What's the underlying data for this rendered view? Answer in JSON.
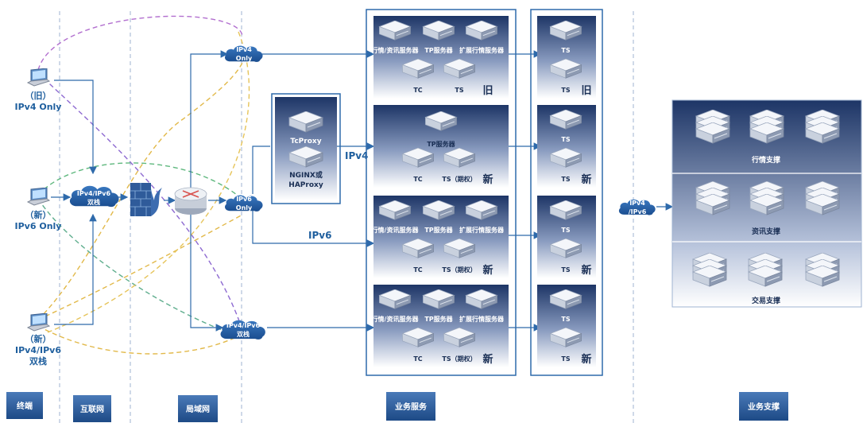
{
  "diagram": {
    "columns": {
      "terminal": "终端",
      "internet": "互联网",
      "lan": "局域网",
      "business_service": "业务服务",
      "business_support": "业务支撑"
    },
    "clients": {
      "old": {
        "line1": "（旧）",
        "line2": "IPv4 Only"
      },
      "new_v6": {
        "line1": "（新）",
        "line2": "IPv6 Only"
      },
      "new_dual": {
        "line1": "（新）",
        "line2": "IPv4/IPv6",
        "line3": "双栈"
      }
    },
    "internet_cloud": {
      "line1": "IPv4/IPv6",
      "line2": "双栈"
    },
    "lan_clouds": {
      "v4": {
        "line1": "IPv4",
        "line2": "Only"
      },
      "v6": {
        "line1": "IPv6",
        "line2": "Only"
      },
      "dual": {
        "line1": "IPv4/IPv6",
        "line2": "双栈"
      }
    },
    "proxy": {
      "tcproxy": "TcProxy",
      "nginx_line1": "NGINX或",
      "nginx_line2": "HAProxy"
    },
    "links": {
      "ipv4": "IPv4",
      "ipv6": "IPv6"
    },
    "service_groups": [
      {
        "servers": [
          "行情/资讯服务器",
          "TP服务器",
          "扩展行情服务器"
        ],
        "tc": "TC",
        "ts": "TS",
        "tag": "旧"
      },
      {
        "servers": [
          "TP服务器"
        ],
        "tc": "TC",
        "ts": "TS（期权）",
        "tag": "新"
      },
      {
        "servers": [
          "行情/资讯服务器",
          "TP服务器",
          "扩展行情服务器"
        ],
        "tc": "TC",
        "ts": "TS（期权）",
        "tag": "新"
      },
      {
        "servers": [
          "行情/资讯服务器",
          "TP服务器",
          "扩展行情服务器"
        ],
        "tc": "TC",
        "ts": "TS（期权）",
        "tag": "新"
      }
    ],
    "ts_groups": [
      {
        "ts_top": "TS",
        "ts_bottom": "TS",
        "tag": "旧"
      },
      {
        "ts_top": "TS",
        "ts_bottom": "TS",
        "tag": "新"
      },
      {
        "ts_top": "TS",
        "ts_bottom": "TS",
        "tag": "新"
      },
      {
        "ts_top": "TS",
        "ts_bottom": "TS",
        "tag": "新"
      }
    ],
    "support_cloud": {
      "line1": "IPv4",
      "line2": "/IPv6"
    },
    "support_sections": [
      "行情支撑",
      "资讯支撑",
      "交易支撑"
    ]
  }
}
